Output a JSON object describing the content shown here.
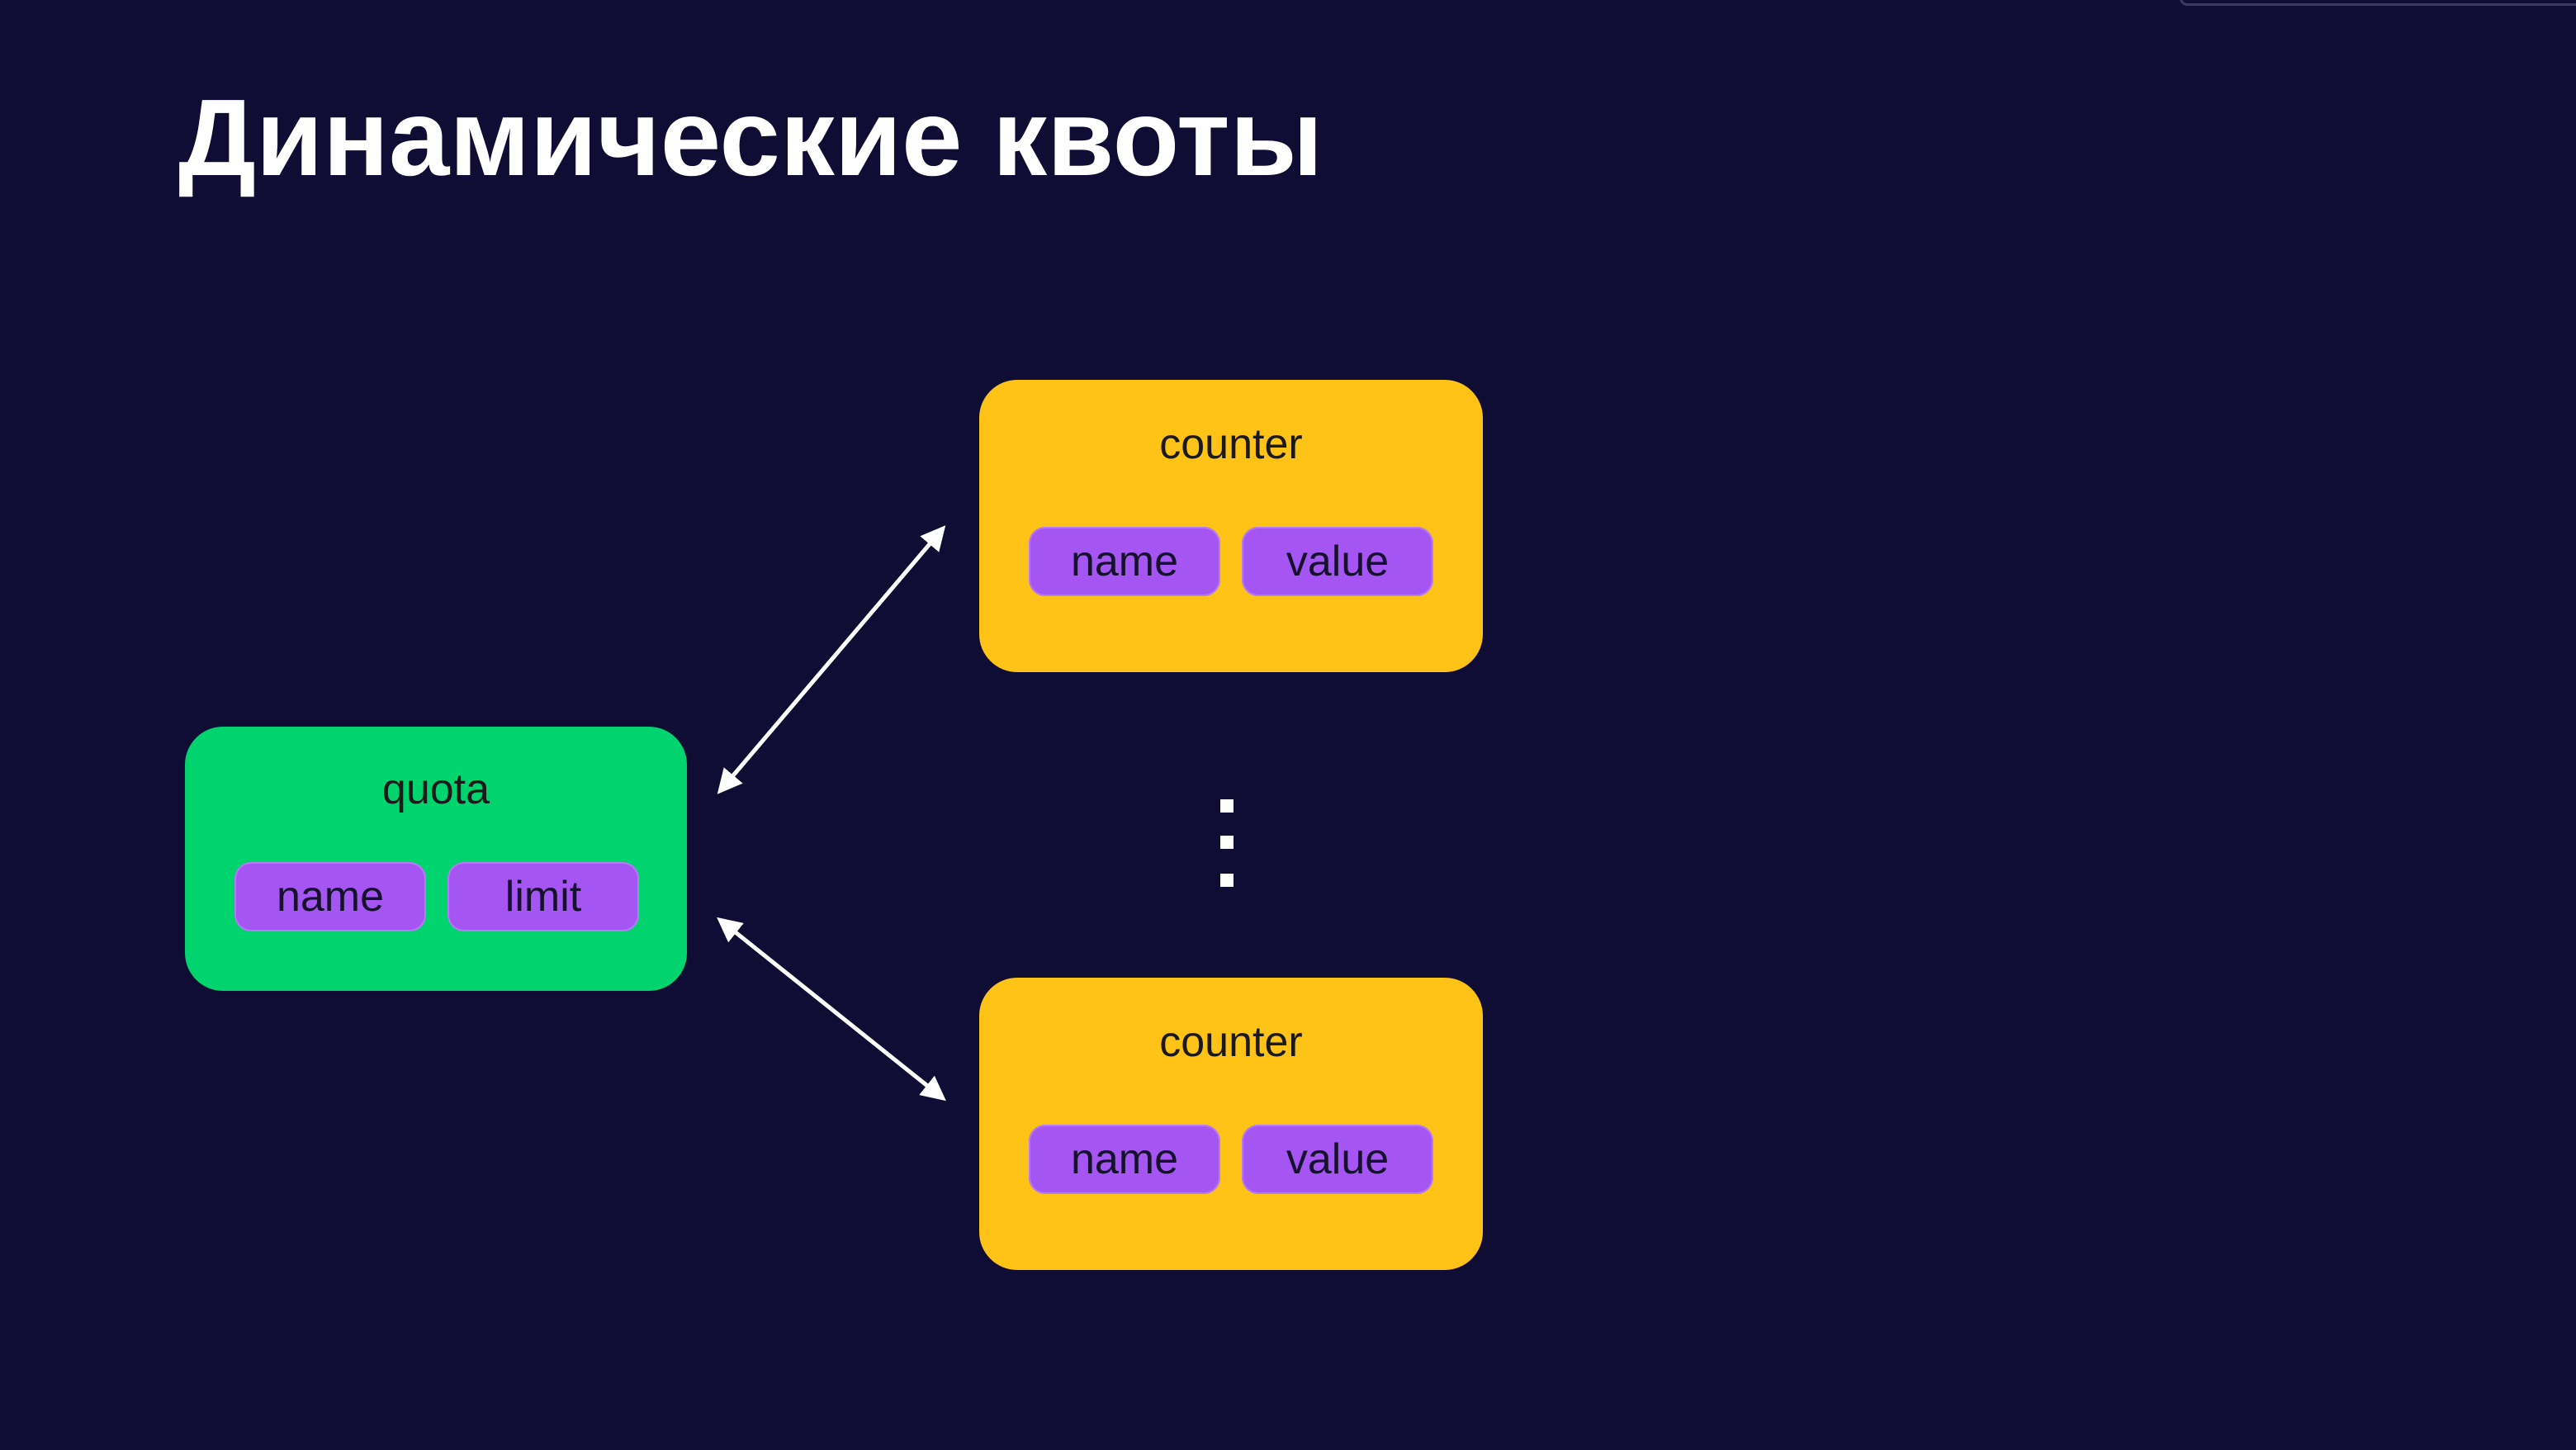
{
  "slide": {
    "title": "Динамические квоты"
  },
  "diagram": {
    "quota": {
      "label": "quota",
      "fields": [
        "name",
        "limit"
      ]
    },
    "counters": [
      {
        "label": "counter",
        "fields": [
          "name",
          "value"
        ]
      },
      {
        "label": "counter",
        "fields": [
          "name",
          "value"
        ]
      }
    ],
    "connector": "bidirectional-arrow",
    "ellipsis": "vertical-ellipsis",
    "colors": {
      "background": "#0f0d33",
      "quota_fill": "#00d46e",
      "counter_fill": "#ffc217",
      "field_fill": "#a455f2",
      "arrow": "#ffffff",
      "title": "#ffffff"
    }
  }
}
